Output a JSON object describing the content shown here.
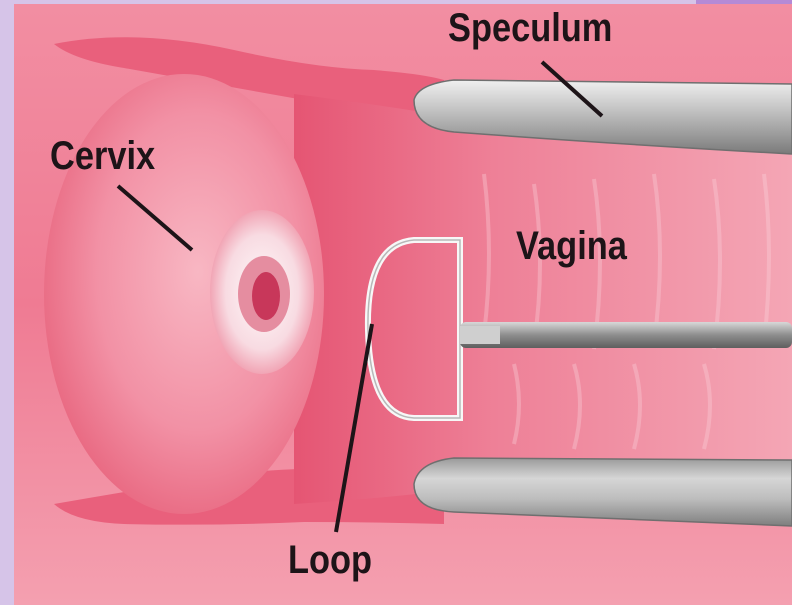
{
  "diagram": {
    "labels": {
      "speculum": "Speculum",
      "cervix": "Cervix",
      "vagina": "Vagina",
      "loop": "Loop"
    },
    "colors": {
      "frame_background": "#d6c4e8",
      "corner_accent": "#b48ad6",
      "tissue_pink": "#ef7b93",
      "tissue_light": "#f7a9b8",
      "tissue_dark": "#e0506d",
      "cervix_opening": "#c8375a",
      "metal_light": "#e2e2e2",
      "metal_dark": "#8c8c8c",
      "label_text": "#1d1418"
    }
  }
}
